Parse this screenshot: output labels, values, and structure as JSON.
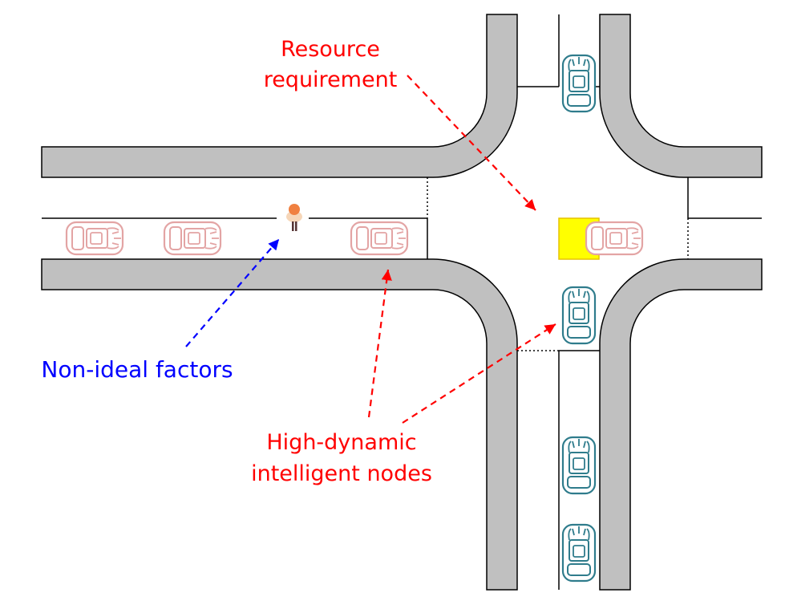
{
  "labels": {
    "resource_line1": "Resource",
    "resource_line2": "requirement",
    "nonideal": "Non-ideal factors",
    "highdyn_line1": "High-dynamic",
    "highdyn_line2": "intelligent nodes"
  },
  "colors": {
    "road_gray": "#c0c0c0",
    "curb": "#000000",
    "red_label": "#ff0000",
    "blue_label": "#0000ff",
    "pink_car": "#e3a4a4",
    "teal_car": "#2f7c8c",
    "resource_box": "#ffff00",
    "resource_box_border": "#e6c200",
    "pedestrian": "#f08040"
  },
  "icons": {
    "car_pink": "car-icon",
    "car_teal": "car-icon",
    "pedestrian": "pedestrian-icon",
    "resource": "resource-block-icon"
  }
}
